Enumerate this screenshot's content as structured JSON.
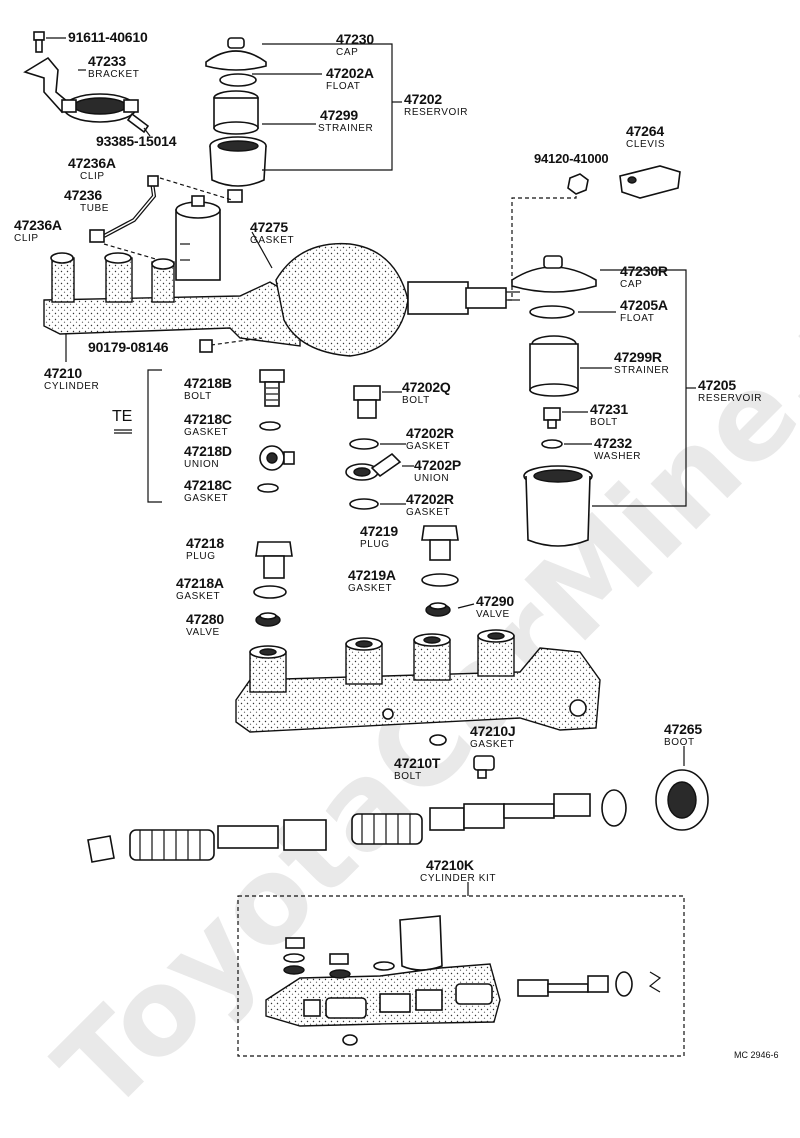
{
  "watermark": "ToyotaCarMine.ru",
  "figure_ref": "MC 2946-6",
  "group_label": "TE",
  "labels": {
    "p91611": {
      "pn": "91611-40610"
    },
    "p47233": {
      "pn": "47233",
      "name": "BRACKET"
    },
    "p93385": {
      "pn": "93385-15014"
    },
    "p47236A_top": {
      "pn": "47236A",
      "name": "CLIP"
    },
    "p47236": {
      "pn": "47236",
      "name": "TUBE"
    },
    "p47236A_low": {
      "pn": "47236A",
      "name": "CLIP"
    },
    "p47230": {
      "pn": "47230",
      "name": "CAP"
    },
    "p47202A": {
      "pn": "47202A",
      "name": "FLOAT"
    },
    "p47299": {
      "pn": "47299",
      "name": "STRAINER"
    },
    "p47202": {
      "pn": "47202",
      "name": "RESERVOIR"
    },
    "p47275": {
      "pn": "47275",
      "name": "GASKET"
    },
    "p94120": {
      "pn": "94120-41000"
    },
    "p47264": {
      "pn": "47264",
      "name": "CLEVIS"
    },
    "p47230R": {
      "pn": "47230R",
      "name": "CAP"
    },
    "p47205A": {
      "pn": "47205A",
      "name": "FLOAT"
    },
    "p47299R": {
      "pn": "47299R",
      "name": "STRAINER"
    },
    "p47205": {
      "pn": "47205",
      "name": "RESERVOIR"
    },
    "p47231": {
      "pn": "47231",
      "name": "BOLT"
    },
    "p47232": {
      "pn": "47232",
      "name": "WASHER"
    },
    "p90179": {
      "pn": "90179-08146"
    },
    "p47210": {
      "pn": "47210",
      "name": "CYLINDER"
    },
    "p47218B": {
      "pn": "47218B",
      "name": "BOLT"
    },
    "p47218C_a": {
      "pn": "47218C",
      "name": "GASKET"
    },
    "p47218D": {
      "pn": "47218D",
      "name": "UNION"
    },
    "p47218C_b": {
      "pn": "47218C",
      "name": "GASKET"
    },
    "p47202Q": {
      "pn": "47202Q",
      "name": "BOLT"
    },
    "p47202R_a": {
      "pn": "47202R",
      "name": "GASKET"
    },
    "p47202P": {
      "pn": "47202P",
      "name": "UNION"
    },
    "p47202R_b": {
      "pn": "47202R",
      "name": "GASKET"
    },
    "p47218": {
      "pn": "47218",
      "name": "PLUG"
    },
    "p47219": {
      "pn": "47219",
      "name": "PLUG"
    },
    "p47218A": {
      "pn": "47218A",
      "name": "GASKET"
    },
    "p47219A": {
      "pn": "47219A",
      "name": "GASKET"
    },
    "p47280": {
      "pn": "47280",
      "name": "VALVE"
    },
    "p47290": {
      "pn": "47290",
      "name": "VALVE"
    },
    "p47265": {
      "pn": "47265",
      "name": "BOOT"
    },
    "p47210J": {
      "pn": "47210J",
      "name": "GASKET"
    },
    "p47210T": {
      "pn": "47210T",
      "name": "BOLT"
    },
    "p47210K": {
      "pn": "47210K",
      "name": "CYLINDER KIT"
    }
  }
}
